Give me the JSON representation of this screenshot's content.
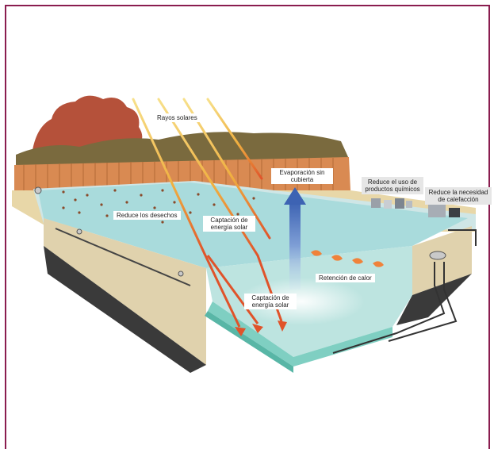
{
  "labels": {
    "rayos": "Rayos solares",
    "evaporacion_1": "Evaporación sin",
    "evaporacion_2": "cubierta",
    "quimicos_1": "Reduce el uso de",
    "quimicos_2": "productos químicos",
    "calefaccion_1": "Reduce la necesidad",
    "calefaccion_2": "de calefacción",
    "desechos": "Reduce los desechos",
    "captacion_top_1": "Captación de",
    "captacion_top_2": "energía solar",
    "retencion": "Retención de calor",
    "captacion_bottom_1": "Captación de",
    "captacion_bottom_2": "energía solar"
  },
  "colors": {
    "frame_border": "#8a1d4f",
    "water": "#a9dbdc",
    "fence": "#d98a52",
    "tree": "#b5513a",
    "deck": "#e8d7a8",
    "arrow_red": "#e0532a",
    "arrow_yellow": "#f2c43a",
    "evaporation": "#5c7fc4"
  }
}
